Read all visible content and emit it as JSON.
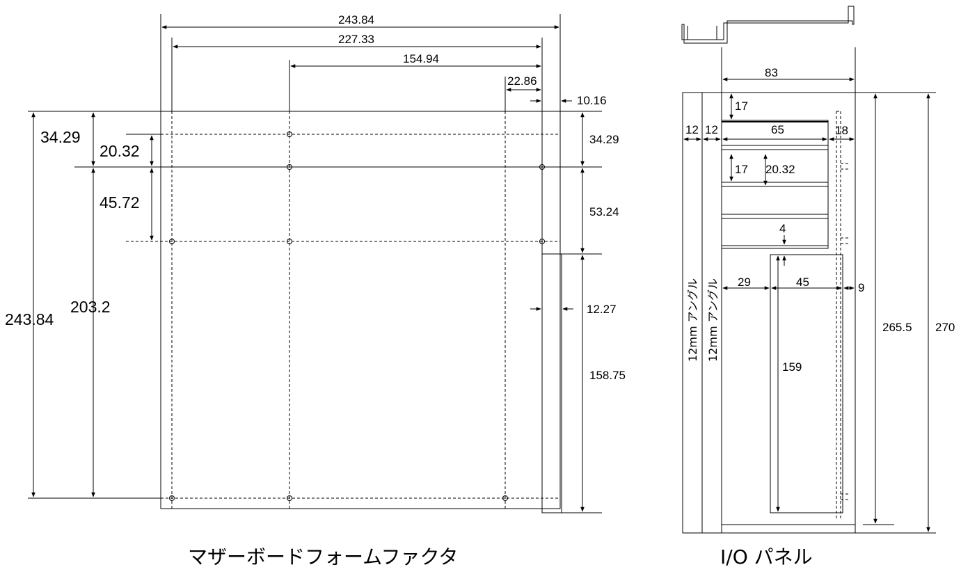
{
  "captions": {
    "left": "マザーボードフォームファクタ",
    "right": "I/O パネル"
  },
  "board": {
    "width_total": "243.84",
    "width_227": "227.33",
    "width_154": "154.94",
    "width_22": "22.86",
    "offset_1016": "10.16",
    "height_3429_left": "34.29",
    "height_2032": "20.32",
    "height_4572": "45.72",
    "height_2032_long": "203.2",
    "height_total": "243.84",
    "height_3429_right": "34.29",
    "height_5324": "53.24",
    "offset_1227": "12.27",
    "height_15875": "158.75"
  },
  "panel": {
    "width_83": "83",
    "angle_12_a": "12",
    "angle_12_b": "12",
    "w_65": "65",
    "w_18": "18",
    "h_17_top": "17",
    "h_17_mid": "17",
    "h_2032": "20.32",
    "h_4": "4",
    "w_29": "29",
    "w_45": "45",
    "w_9": "9",
    "h_159": "159",
    "h_2655": "265.5",
    "h_270": "270",
    "angle_label_a": "12mm アングル",
    "angle_label_b": "12mm アングル"
  }
}
